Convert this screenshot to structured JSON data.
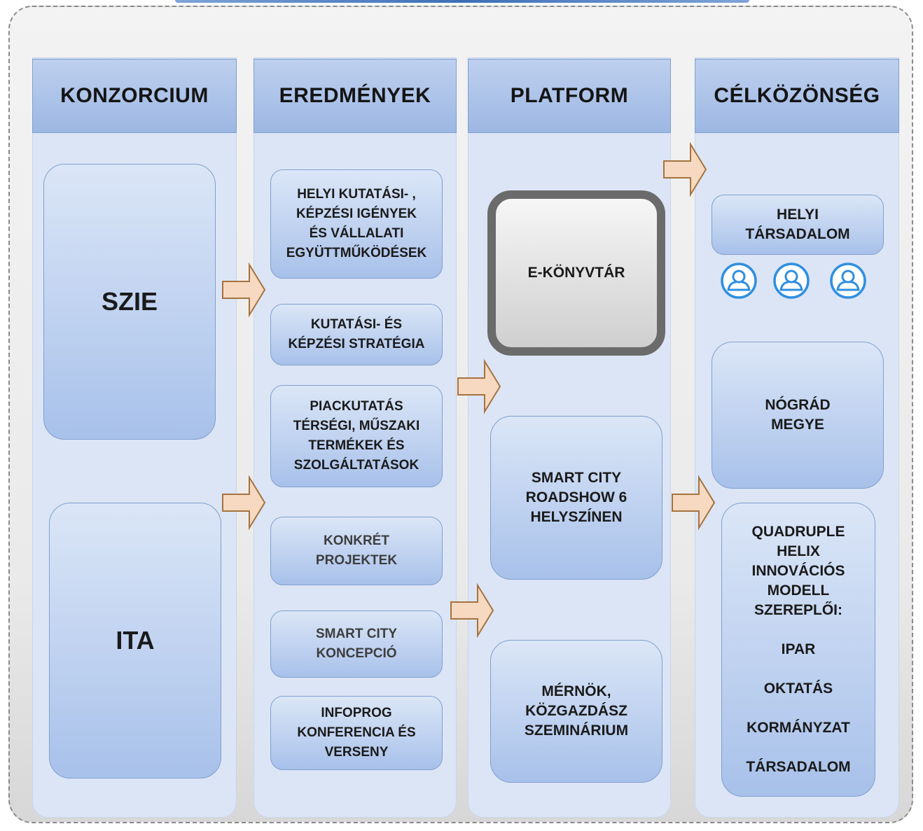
{
  "columns": {
    "konzorcium": "KONZORCIUM",
    "eredmenyek": "EREDMÉNYEK",
    "platform": "PLATFORM",
    "celkozonseg": "CÉLKÖZÖNSÉG"
  },
  "konzorcium": {
    "szie": "SZIE",
    "ita": "ITA"
  },
  "eredmenyek": {
    "items": [
      "HELYI KUTATÁSI- ,\nKÉPZÉSI IGÉNYEK\nÉS VÁLLALATI\nEGYÜTTMŰKÖDÉSEK",
      "KUTATÁSI- ÉS\nKÉPZÉSI STRATÉGIA",
      "PIACKUTATÁS\nTÉRSÉGI, MŰSZAKI\nTERMÉKEK ÉS\nSZOLGÁLTATÁSOK",
      "KONKRÉT\nPROJEKTEK",
      "SMART CITY\nKONCEPCIÓ",
      "INFOPROG\nKONFERENCIA ÉS\nVERSENY"
    ]
  },
  "platform": {
    "ekonyvtar": "E-KÖNYVTÁR",
    "roadshow": "SMART CITY\nROADSHOW 6\nHELYSZÍNEN",
    "szeminarium": "MÉRNÖK,\nKÖZGAZDÁSZ\nSZEMINÁRIUM"
  },
  "celkozonseg": {
    "helyi": "HELYI\nTÁRSADALOM",
    "nograd": "NÓGRÁD\nMEGYE",
    "quadruple": "QUADRUPLE\nHELIX\nINNOVÁCIÓS\nMODELL\nSZEREPLŐI:\n\nIPAR\n\nOKTATÁS\n\nKORMÁNYZAT\n\nTÁRSADALOM"
  },
  "icons": [
    "person-icon",
    "arrow-right-icon"
  ],
  "colors": {
    "header_fill": "#9db7e3",
    "column_fill": "#dce5f5",
    "arrow_fill": "#f6d9c0",
    "arrow_stroke": "#a5733f",
    "icon_blue": "#2f8fe0"
  }
}
